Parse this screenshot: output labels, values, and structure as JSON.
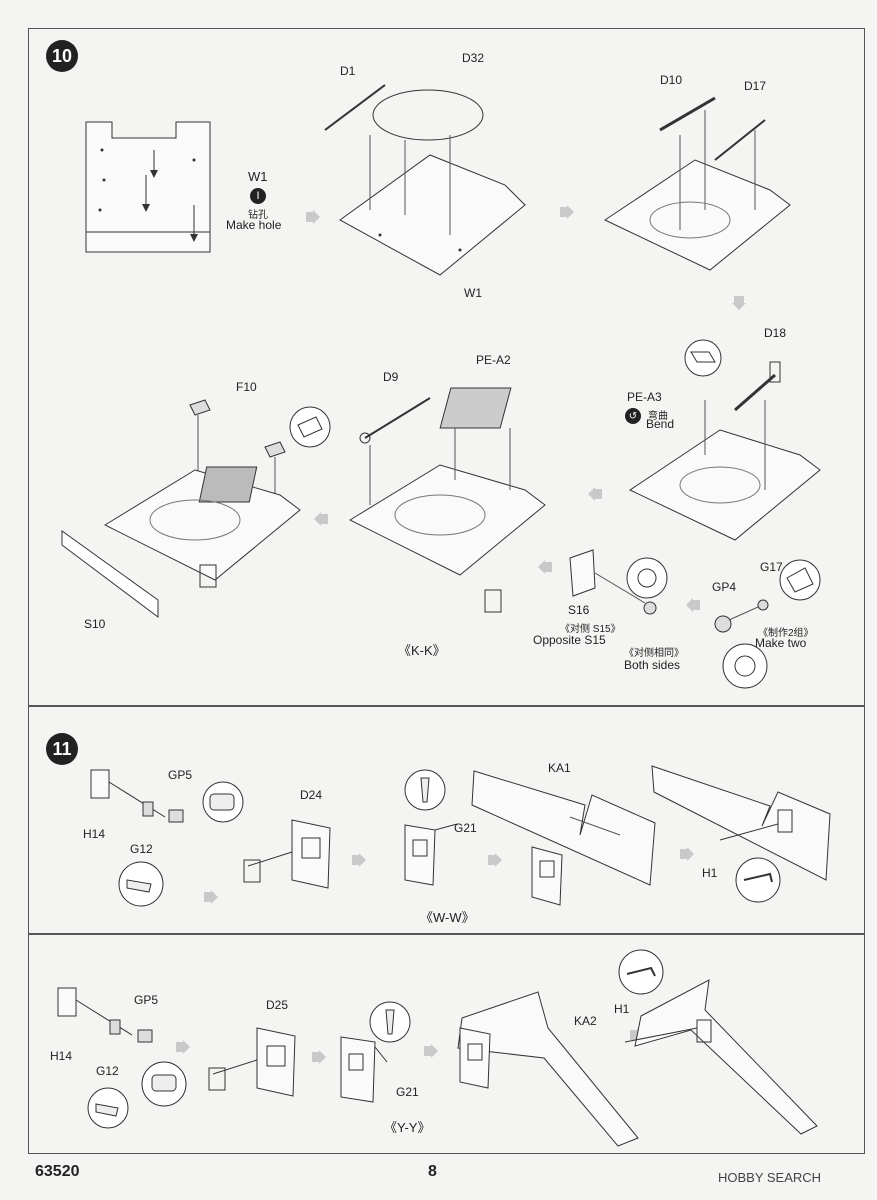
{
  "step10": {
    "number": "10",
    "labels": {
      "w1_top": "W1",
      "drill_cn": "钻孔",
      "drill_en": "Make hole",
      "d1": "D1",
      "d32": "D32",
      "w1_bottom": "W1",
      "d10": "D10",
      "d17": "D17",
      "d18": "D18",
      "pea3": "PE-A3",
      "bend_cn": "弯曲",
      "bend_en": "Bend",
      "f10": "F10",
      "d9": "D9",
      "pea2": "PE-A2",
      "s10": "S10",
      "kk": "《K-K》",
      "s16": "S16",
      "opp_cn": "《对侧 S15》",
      "opp_en": "Opposite S15",
      "both_cn": "《对侧相同》",
      "both_en": "Both sides",
      "gp4": "GP4",
      "g17": "G17",
      "two_cn": "《制作2组》",
      "two_en": "Make two"
    }
  },
  "step11": {
    "number": "11",
    "labels": {
      "gp5": "GP5",
      "h14": "H14",
      "g12": "G12",
      "d24": "D24",
      "g21": "G21",
      "ka1": "KA1",
      "h1": "H1",
      "ww": "《W-W》"
    }
  },
  "step12": {
    "labels": {
      "gp5": "GP5",
      "h14": "H14",
      "g12": "G12",
      "d25": "D25",
      "g21": "G21",
      "ka2": "KA2",
      "h1": "H1",
      "yy": "《Y-Y》"
    }
  },
  "footer": {
    "kit_number": "63520",
    "page": "8",
    "watermark": "HOBBY SEARCH"
  }
}
